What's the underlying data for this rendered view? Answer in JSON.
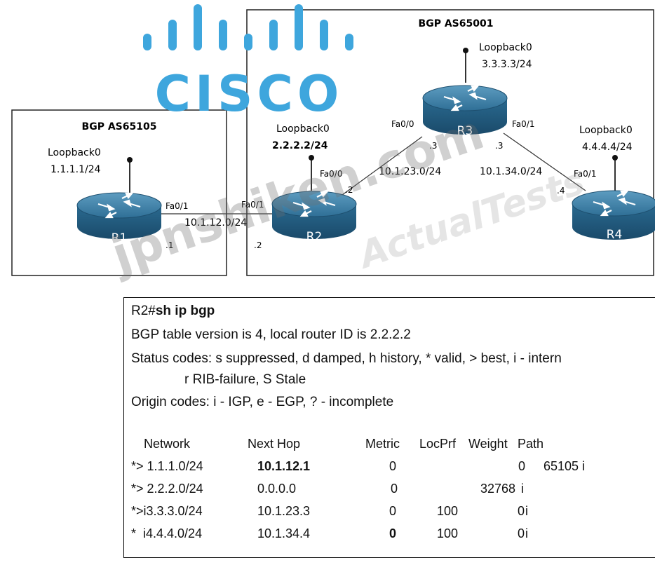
{
  "logo": {
    "text": "CISCO",
    "color": "#3ea6dd"
  },
  "diagram": {
    "as_left": "BGP AS65105",
    "as_right": "BGP AS65001",
    "routers": {
      "r1": {
        "name": "R1",
        "loopback_label": "Loopback0",
        "loopback_ip": "1.1.1.1/24",
        "host": ".1"
      },
      "r2": {
        "name": "R2",
        "loopback_label": "Loopback0",
        "loopback_ip": "2.2.2.2/24",
        "host_left": ".2",
        "host_up": ".2"
      },
      "r3": {
        "name": "R3",
        "loopback_label": "Loopback0",
        "loopback_ip": "3.3.3.3/24",
        "host_left": ".3",
        "host_right": ".3"
      },
      "r4": {
        "name": "R4",
        "loopback_label": "Loopback0",
        "loopback_ip": "4.4.4.4/24",
        "host": ".4"
      }
    },
    "interfaces": {
      "r1_fa01": "Fa0/1",
      "r2_fa01": "Fa0/1",
      "r2_fa00": "Fa0/0",
      "r3_fa00": "Fa0/0",
      "r3_fa01": "Fa0/1",
      "r4_fa01": "Fa0/1"
    },
    "links": {
      "r1_r2": "10.1.12.0/24",
      "r2_r3": "10.1.23.0/24",
      "r3_r4": "10.1.34.0/24"
    }
  },
  "cli": {
    "prompt": "R2#",
    "command": "sh ip bgp",
    "line_table_version": "BGP table version is 4, local router ID is 2.2.2.2",
    "line_status": "Status codes: s suppressed, d damped, h history, * valid, > best, i - intern",
    "line_status2": "r RIB-failure, S Stale",
    "line_origin": "Origin codes: i - IGP, e - EGP, ? - incomplete",
    "headers": [
      "Network",
      "Next Hop",
      "Metric",
      "LocPrf",
      "Weight",
      "Path"
    ],
    "rows": [
      {
        "network": "*> 1.1.1.0/24",
        "next_hop": "10.1.12.1",
        "metric": "0",
        "locprf": "",
        "weight": "0",
        "path": "65105 i"
      },
      {
        "network": "*> 2.2.2.0/24",
        "next_hop": "0.0.0.0",
        "metric": "0",
        "locprf": "",
        "weight": "32768",
        "path": "i"
      },
      {
        "network": "*>i3.3.3.0/24",
        "next_hop": "10.1.23.3",
        "metric": "0",
        "locprf": "100",
        "weight": "0",
        "path": "i"
      },
      {
        "network": "*  i4.4.4.0/24",
        "next_hop": "10.1.34.4",
        "metric": "0",
        "locprf": "100",
        "weight": "0",
        "path": "i"
      }
    ]
  },
  "watermarks": {
    "main": "jpnshiken.com",
    "secondary": "ActualTests"
  }
}
